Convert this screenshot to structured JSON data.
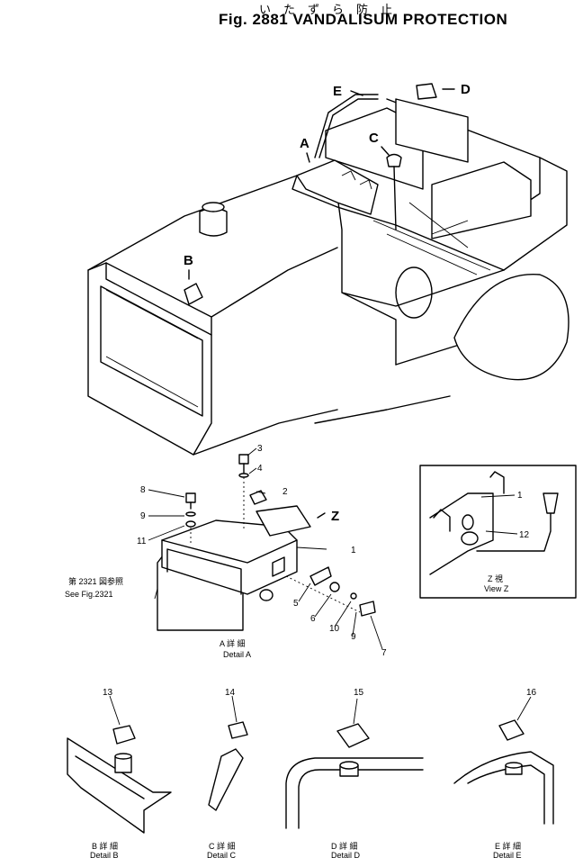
{
  "figure": {
    "title_jp": "いたずら防止",
    "title": "Fig. 2881 VANDALISUM PROTECTION"
  },
  "view_arrows": [
    "E",
    "D",
    "C",
    "A",
    "B",
    "Z"
  ],
  "part_numbers": [
    "3",
    "4",
    "2",
    "8",
    "9",
    "11",
    "1",
    "5",
    "6",
    "10",
    "9",
    "7",
    "1",
    "12",
    "13",
    "14",
    "15",
    "16"
  ],
  "references": {
    "see_fig_jp": "第 2321 図参照",
    "see_fig": "See Fig.2321"
  },
  "details": [
    {
      "jp": "A 詳 細",
      "label": "Detail A"
    },
    {
      "jp": "B 詳 細",
      "label": "Detail B"
    },
    {
      "jp": "C 詳 細",
      "label": "Detail C"
    },
    {
      "jp": "D 詳 細",
      "label": "Detail D"
    },
    {
      "jp": "E 詳 細",
      "label": "Detail E"
    }
  ],
  "view_z": {
    "jp": "Z 視",
    "label": "View Z"
  }
}
